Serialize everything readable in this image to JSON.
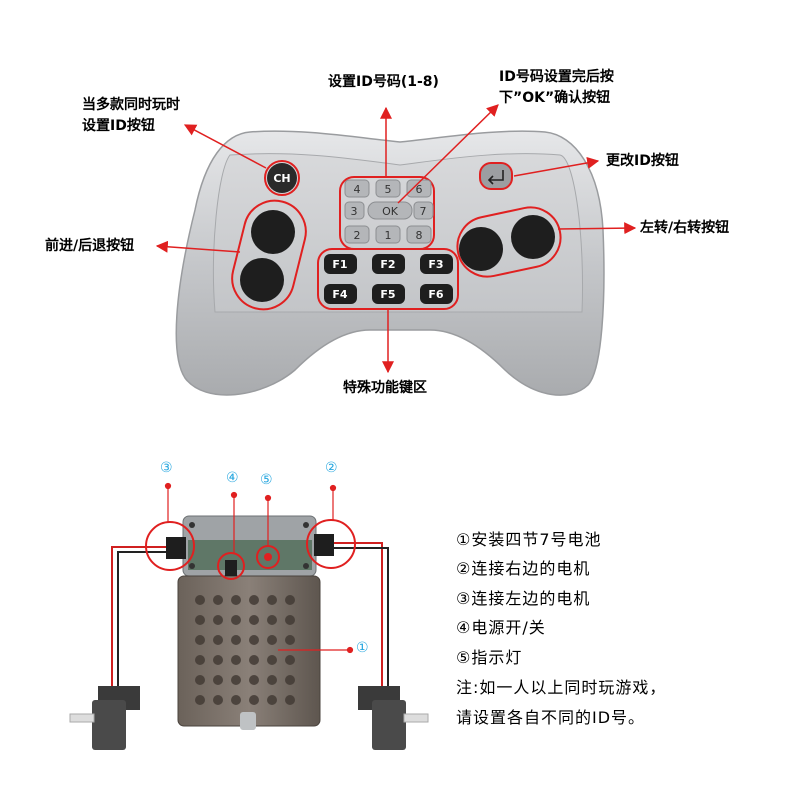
{
  "controller": {
    "labels": {
      "set_id_multi": "当多款同时玩时",
      "set_id_multi_2": "设置ID按钮",
      "set_id_number": "设置ID号码(1-8)",
      "ok_confirm": "ID号码设置完后按",
      "ok_confirm_2": "下”OK”确认按钮",
      "change_id": "更改ID按钮",
      "forward_back": "前进/后退按钮",
      "left_right": "左转/右转按钮",
      "function_keys": "特殊功能键区"
    },
    "keys": {
      "ch": "CH",
      "ok": "OK",
      "k1": "1",
      "k2": "2",
      "k3": "3",
      "k4": "4",
      "k5": "5",
      "k6": "6",
      "k7": "7",
      "k8": "8",
      "f1": "F1",
      "f2": "F2",
      "f3": "F3",
      "f4": "F4",
      "f5": "F5",
      "f6": "F6"
    }
  },
  "receiver": {
    "markers": {
      "m1": "①",
      "m2": "②",
      "m3": "③",
      "m4": "④",
      "m5": "⑤"
    },
    "notes": [
      "①安装四节7号电池",
      "②连接右边的电机",
      "③连接左边的电机",
      "④电源开/关",
      "⑤指示灯",
      "注:如一人以上同时玩游戏，",
      "请设置各自不同的ID号。"
    ]
  },
  "colors": {
    "accent_red": "#e02020",
    "marker_blue": "#29a8e0",
    "controller_silver": "#c8cacd"
  }
}
